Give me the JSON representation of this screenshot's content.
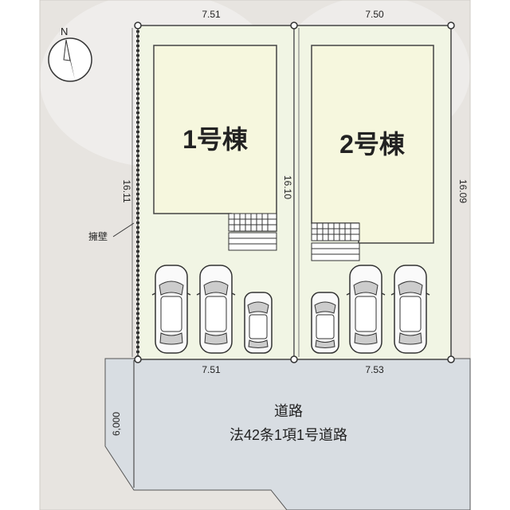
{
  "compass": {
    "north": "N"
  },
  "lots": [
    {
      "building": "1号棟",
      "top_width": "7.51",
      "bottom_width": "7.51",
      "left_depth": "16.11",
      "right_depth": "16.10"
    },
    {
      "building": "2号棟",
      "top_width": "7.50",
      "bottom_width": "7.53",
      "right_depth": "16.09"
    }
  ],
  "retaining_wall": "擁壁",
  "road": {
    "name": "道路",
    "type": "法42条1項1号道路",
    "width": "6,000"
  },
  "colors": {
    "lot_fill": "#f1f5e4",
    "building_fill": "#f6f7de",
    "road_fill": "#d8dde2",
    "background": "#e6e3df",
    "line": "#333333"
  }
}
